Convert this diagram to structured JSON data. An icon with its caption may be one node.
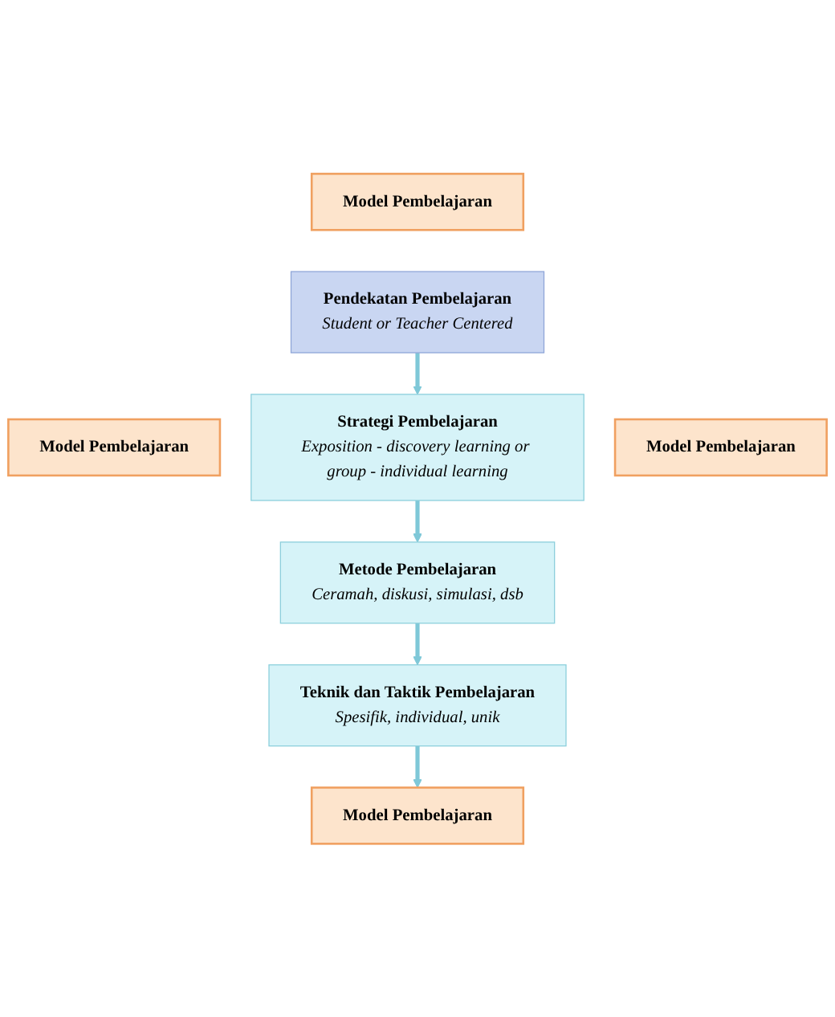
{
  "diagram": {
    "nodes": [
      {
        "text": [
          "Model Pembelajaran"
        ]
      },
      {
        "text": [
          "Pendekatan Pembelajaran",
          "Student or Teacher Centered"
        ]
      },
      {
        "text": [
          "Model Pembelajaran"
        ]
      },
      {
        "text": [
          "Strategi Pembelajaran",
          "Exposition - discovery learning or group - individual learning"
        ]
      },
      {
        "text": [
          "Model Pembelajaran"
        ]
      },
      {
        "text": [
          "Metode Pembelajaran",
          "Ceramah, diskusi, simulasi, dsb"
        ]
      },
      {
        "text": [
          "Teknik dan Taktik Pembelajaran",
          "Spesifik, individual, unik"
        ]
      },
      {
        "text": [
          "Model Pembelajaran"
        ]
      }
    ],
    "edges": [
      {
        "from": 1,
        "to": 3,
        "arrow": "to"
      },
      {
        "from": 3,
        "to": 5,
        "arrow": "to"
      },
      {
        "from": 5,
        "to": 6,
        "arrow": "to"
      },
      {
        "from": 6,
        "to": 7,
        "arrow": "to"
      }
    ]
  }
}
